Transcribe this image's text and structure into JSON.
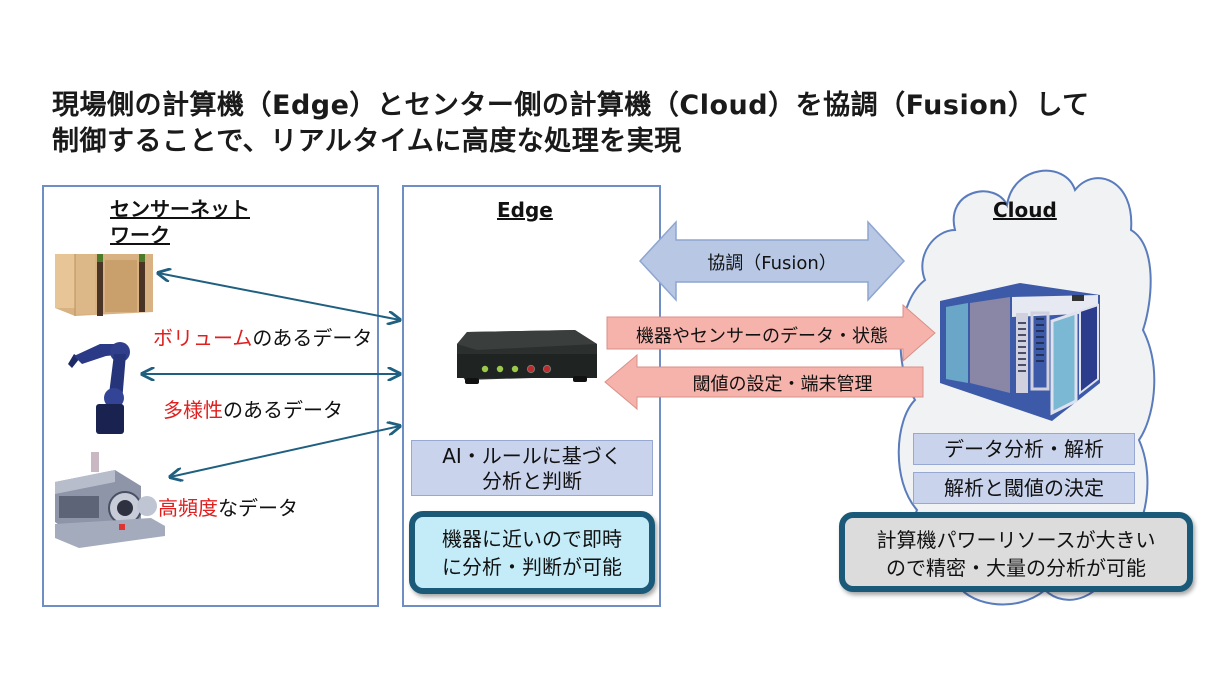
{
  "title": {
    "line1": "現場側の計算機（Edge）とセンター側の計算機（Cloud）を協調（Fusion）して",
    "line2": "制御することで、リアルタイムに高度な処理を実現"
  },
  "sensor_panel": {
    "heading_line1": "センサーネット",
    "heading_line2": "ワーク",
    "items": [
      {
        "icon": "warehouse-icon",
        "emphasis": "ボリューム",
        "rest": "のあるデータ"
      },
      {
        "icon": "robot-arm-icon",
        "emphasis": "多様性",
        "rest": "のあるデータ"
      },
      {
        "icon": "generator-engine-icon",
        "emphasis": "高頻度",
        "rest": "なデータ"
      }
    ]
  },
  "edge_panel": {
    "heading": "Edge",
    "device_icon": "edge-gateway-device-icon",
    "function_line1": "AI・ルールに基づく",
    "function_line2": "分析と判断",
    "note_line1": "機器に近いので即時",
    "note_line2": "に分析・判断が可能"
  },
  "connections": {
    "fusion_label": "協調（Fusion）",
    "upstream_label": "機器やセンサーのデータ・状態",
    "downstream_label": "閾値の設定・端末管理"
  },
  "cloud_panel": {
    "heading": "Cloud",
    "server_icon": "server-room-icon",
    "function1": "データ分析・解析",
    "function2": "解析と閾値の決定",
    "note_line1": "計算機パワーリソースが大きい",
    "note_line2": "ので精密・大量の分析が可能"
  },
  "colors": {
    "panel_border": "#6f8fc4",
    "emphasis_red": "#e01f1f",
    "fusion_arrow": "#b7c7e4",
    "data_arrow": "#f6b3ab",
    "connector_line": "#1f5f80",
    "note_border": "#1a5a78",
    "edge_note_fill": "#c4ecf8",
    "cloud_note_fill": "#dcdcdc",
    "cloud_fill": "#f1f2f4"
  }
}
